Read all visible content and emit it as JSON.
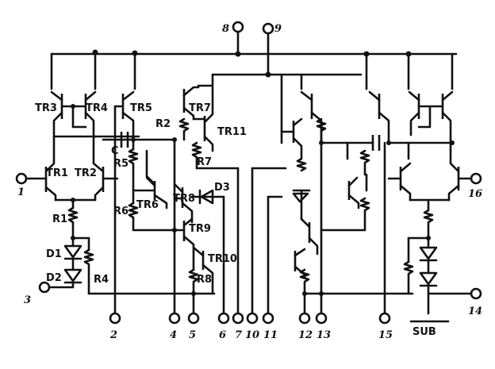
{
  "pins": [
    "8",
    "9",
    "1",
    "16",
    "3",
    "14",
    "2",
    "4",
    "5",
    "6",
    "7",
    "10",
    "11",
    "12",
    "13",
    "15"
  ],
  "labels": {
    "tr1": "TR1",
    "tr2": "TR2",
    "tr3": "TR3",
    "tr4": "TR4",
    "tr5": "TR5",
    "tr6": "TR6",
    "tr7": "TR7",
    "tr8": "TR8",
    "tr9": "TR9",
    "tr10": "TR10",
    "tr11": "TR11",
    "r1": "R1",
    "r2": "R2",
    "r4": "R4",
    "r5": "R5",
    "r6": "R6",
    "r7": "R7",
    "r8": "R8",
    "d1": "D1",
    "d2": "D2",
    "d3": "D3",
    "c": "C",
    "sub": "SUB"
  }
}
